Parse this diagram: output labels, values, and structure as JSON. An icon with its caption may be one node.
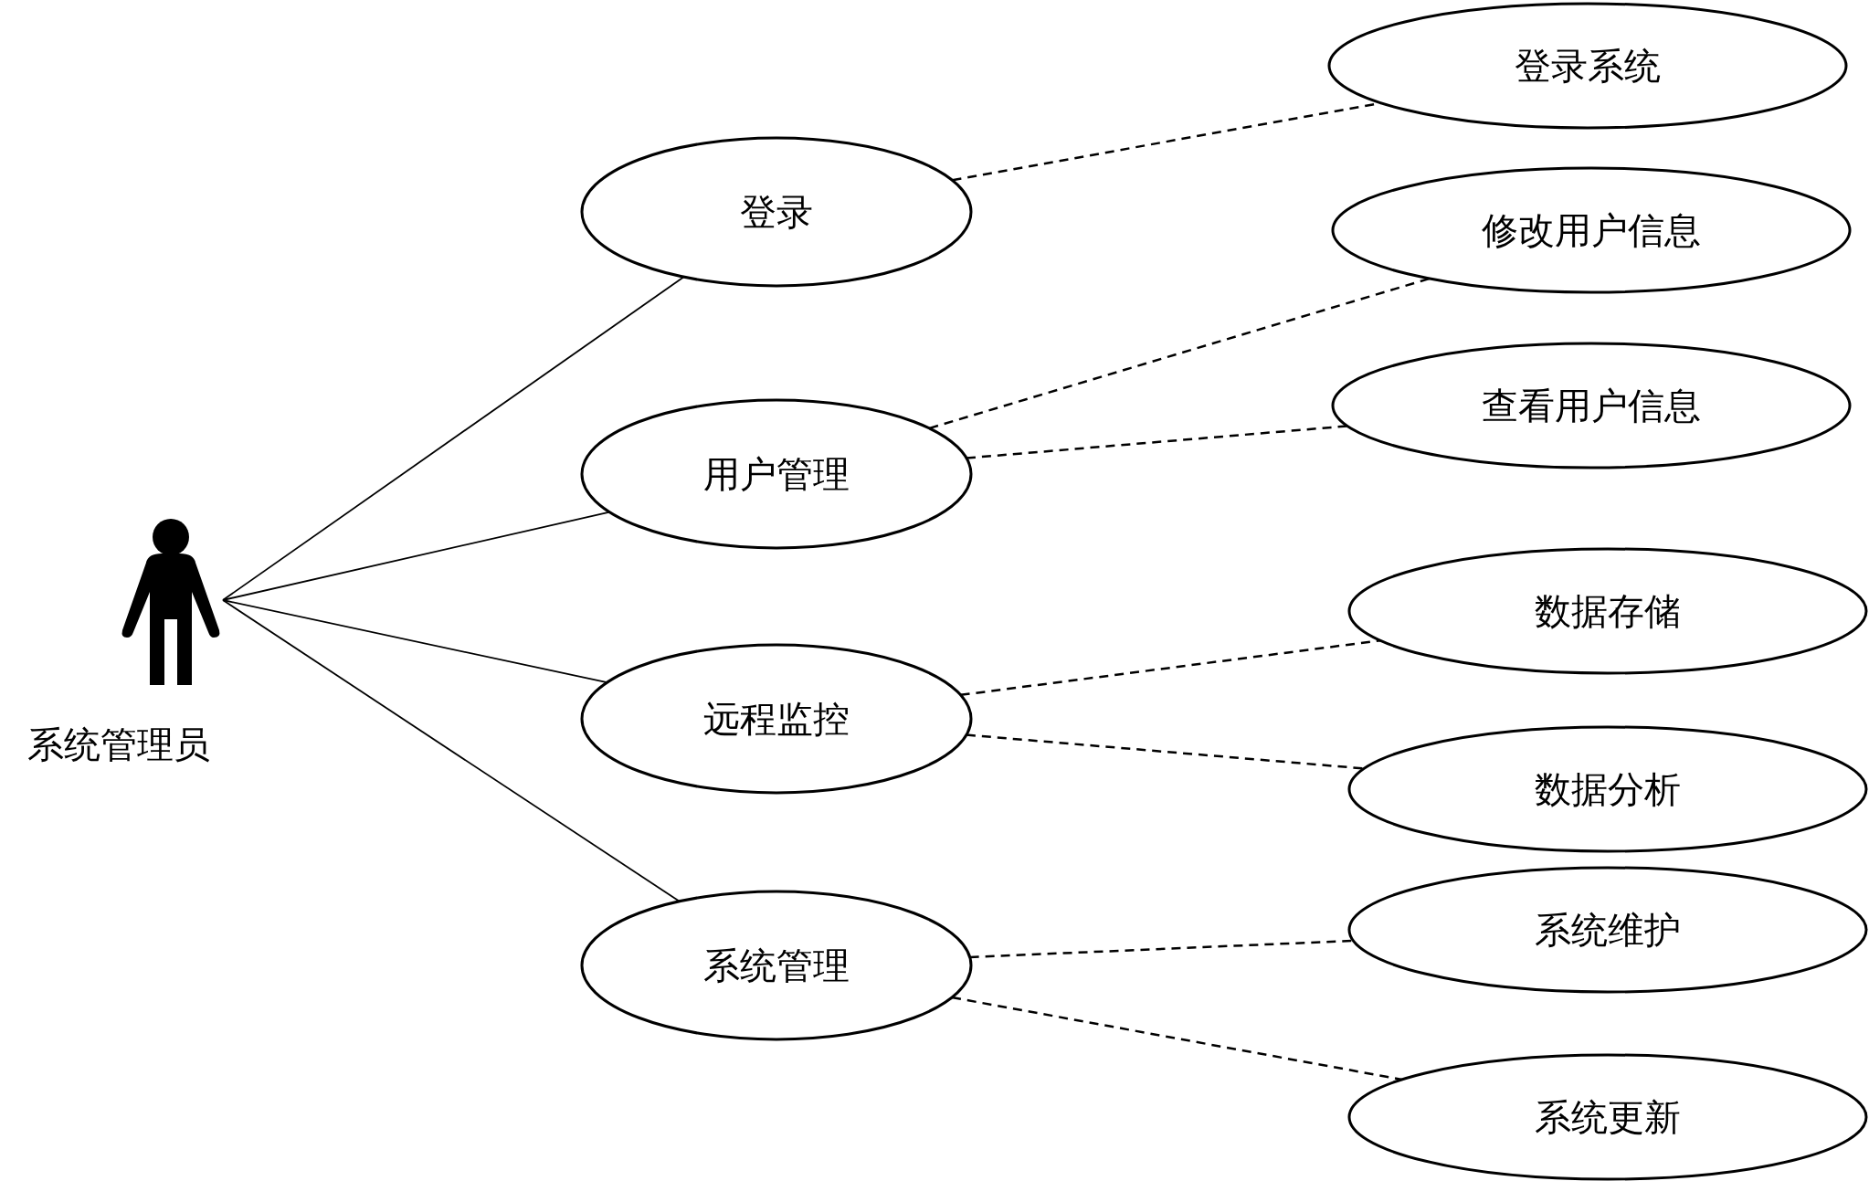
{
  "diagram": {
    "nodes": [
      {
        "text": [
          "系统管理员"
        ]
      },
      {
        "text": [
          "登录"
        ]
      },
      {
        "text": [
          "用户管理"
        ]
      },
      {
        "text": [
          "远程监控"
        ]
      },
      {
        "text": [
          "系统管理"
        ]
      },
      {
        "text": [
          "登录系统"
        ]
      },
      {
        "text": [
          "修改用户信息"
        ]
      },
      {
        "text": [
          "查看用户信息"
        ]
      },
      {
        "text": [
          "数据存储"
        ]
      },
      {
        "text": [
          "数据分析"
        ]
      },
      {
        "text": [
          "系统维护"
        ]
      },
      {
        "text": [
          "系统更新"
        ]
      }
    ],
    "edges": [
      {
        "from": 0,
        "to": 1,
        "arrow": "none"
      },
      {
        "from": 0,
        "to": 2,
        "arrow": "none"
      },
      {
        "from": 0,
        "to": 3,
        "arrow": "none"
      },
      {
        "from": 0,
        "to": 4,
        "arrow": "none"
      },
      {
        "from": 1,
        "to": 5,
        "arrow": "none",
        "style": "dashed"
      },
      {
        "from": 2,
        "to": 6,
        "arrow": "none",
        "style": "dashed"
      },
      {
        "from": 2,
        "to": 7,
        "arrow": "none",
        "style": "dashed"
      },
      {
        "from": 3,
        "to": 8,
        "arrow": "none",
        "style": "dashed"
      },
      {
        "from": 3,
        "to": 9,
        "arrow": "none",
        "style": "dashed"
      },
      {
        "from": 4,
        "to": 10,
        "arrow": "none",
        "style": "dashed"
      },
      {
        "from": 4,
        "to": 11,
        "arrow": "none",
        "style": "dashed"
      }
    ]
  }
}
